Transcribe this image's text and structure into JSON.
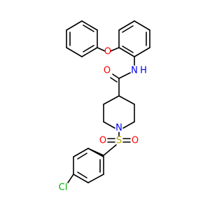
{
  "molecule": {
    "atoms": {
      "o_ether": {
        "label": "O",
        "color": "#ff0000"
      },
      "nh": {
        "label": "N",
        "color": "#0000ff"
      },
      "h_amide": {
        "label": "H",
        "color": "#0000ff"
      },
      "o_carbonyl": {
        "label": "O",
        "color": "#ff0000"
      },
      "n_pip": {
        "label": "N",
        "color": "#0000ff"
      },
      "s_sulfonyl": {
        "label": "S",
        "color": "#b8a000"
      },
      "o_sulf_left": {
        "label": "O",
        "color": "#ff0000"
      },
      "o_sulf_right": {
        "label": "O",
        "color": "#ff0000"
      },
      "cl": {
        "label": "Cl",
        "color": "#00b000"
      }
    }
  }
}
